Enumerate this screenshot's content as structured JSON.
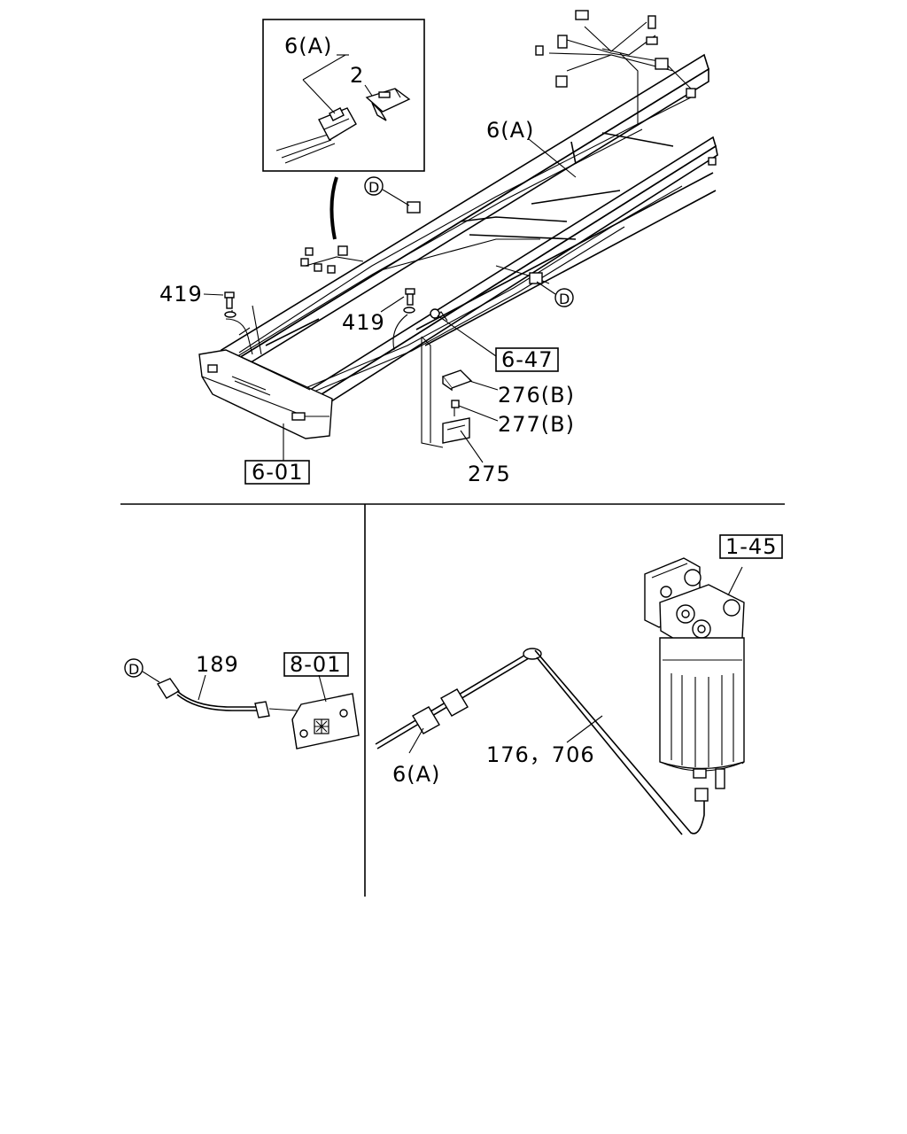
{
  "diagram": {
    "callouts": {
      "inset_harness": "6(A)",
      "inset_connector": "2",
      "harness_main": "6(A)",
      "d_top": "D",
      "d_right": "D",
      "d_detail": "D",
      "bolt_left": "419",
      "bolt_center": "419",
      "ref_6_47": "6-47",
      "cover": "276(B)",
      "screw": "277(B)",
      "bracket": "275",
      "ref_6_01": "6-01",
      "wire_189": "189",
      "ref_8_01": "8-01",
      "ref_1_45": "1-45",
      "harness_detail": "6(A)",
      "wire_176_706": "176，706"
    }
  }
}
